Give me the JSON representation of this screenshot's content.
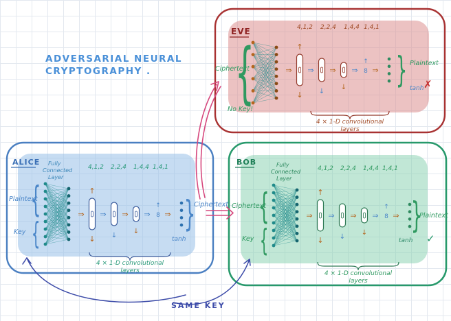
{
  "title": {
    "line1": "ADVERSARIAL NEURAL",
    "line2": "CRYPTOGRAPHY ."
  },
  "glyphs": {
    "flow_arrow": "⇒",
    "up_arrow": "↑",
    "down_arrow": "↓",
    "eight": "8",
    "brace_open": "{",
    "brace_close": "}"
  },
  "eve": {
    "label": "EVE",
    "conv_sizes": [
      "4,1,2",
      "2,2,4",
      "1,4,4",
      "1,4,1"
    ],
    "input_label": "Ciphertext",
    "no_key": "No Key!",
    "output_label": "Plaintext",
    "tanh_label": "tanh",
    "result_mark": "✗",
    "conv_caption_line1": "4 × 1-D convolutional",
    "conv_caption_line2": "layers"
  },
  "alice": {
    "label": "ALICE",
    "fc_line1": "Fully",
    "fc_line2": "Connected",
    "fc_line3": "Layer",
    "conv_sizes": [
      "4,1,2",
      "2,2,4",
      "1,4,4",
      "1,4,1"
    ],
    "input_label_1": "Plaintext",
    "input_label_2": "Key",
    "output_label": "Ciphertext",
    "tanh_label": "tanh",
    "conv_caption_line1": "4 × 1-D convolutional",
    "conv_caption_line2": "layers"
  },
  "bob": {
    "label": "BOB",
    "fc_line1": "Fully",
    "fc_line2": "Connected",
    "fc_line3": "Layer",
    "conv_sizes": [
      "4,1,2",
      "2,2,4",
      "1,4,4",
      "1,4,1"
    ],
    "input_label_1": "Ciphertext",
    "input_label_2": "Key",
    "output_label": "Plaintext",
    "tanh_label": "tanh",
    "result_mark": "✓",
    "conv_caption_line1": "4 × 1-D convolutional",
    "conv_caption_line2": "layers"
  },
  "bottom": {
    "same_key": "SAME KEY"
  },
  "colors": {
    "title": "#4a90d8",
    "grid": "#e3e8ef",
    "teal": "#1f8a8a",
    "orange": "#b5651d",
    "blue": "#4a86c8",
    "pink": "#d6487e",
    "same_key_ink": "#3b4aa8",
    "green_text": "#2f9960",
    "alice_border": "#4a7fc1",
    "alice_fill": "#97c0e8",
    "alice_ink": "#3a5a9a",
    "alice_text": "#4a86c8",
    "bob_border": "#27996b",
    "bob_fill": "#83cfae",
    "bob_ink": "#2f7a55",
    "eve_border": "#a83232",
    "eve_fill": "#dd8f8f",
    "eve_ink": "#93392a",
    "eve_caption": "#a14c28"
  }
}
